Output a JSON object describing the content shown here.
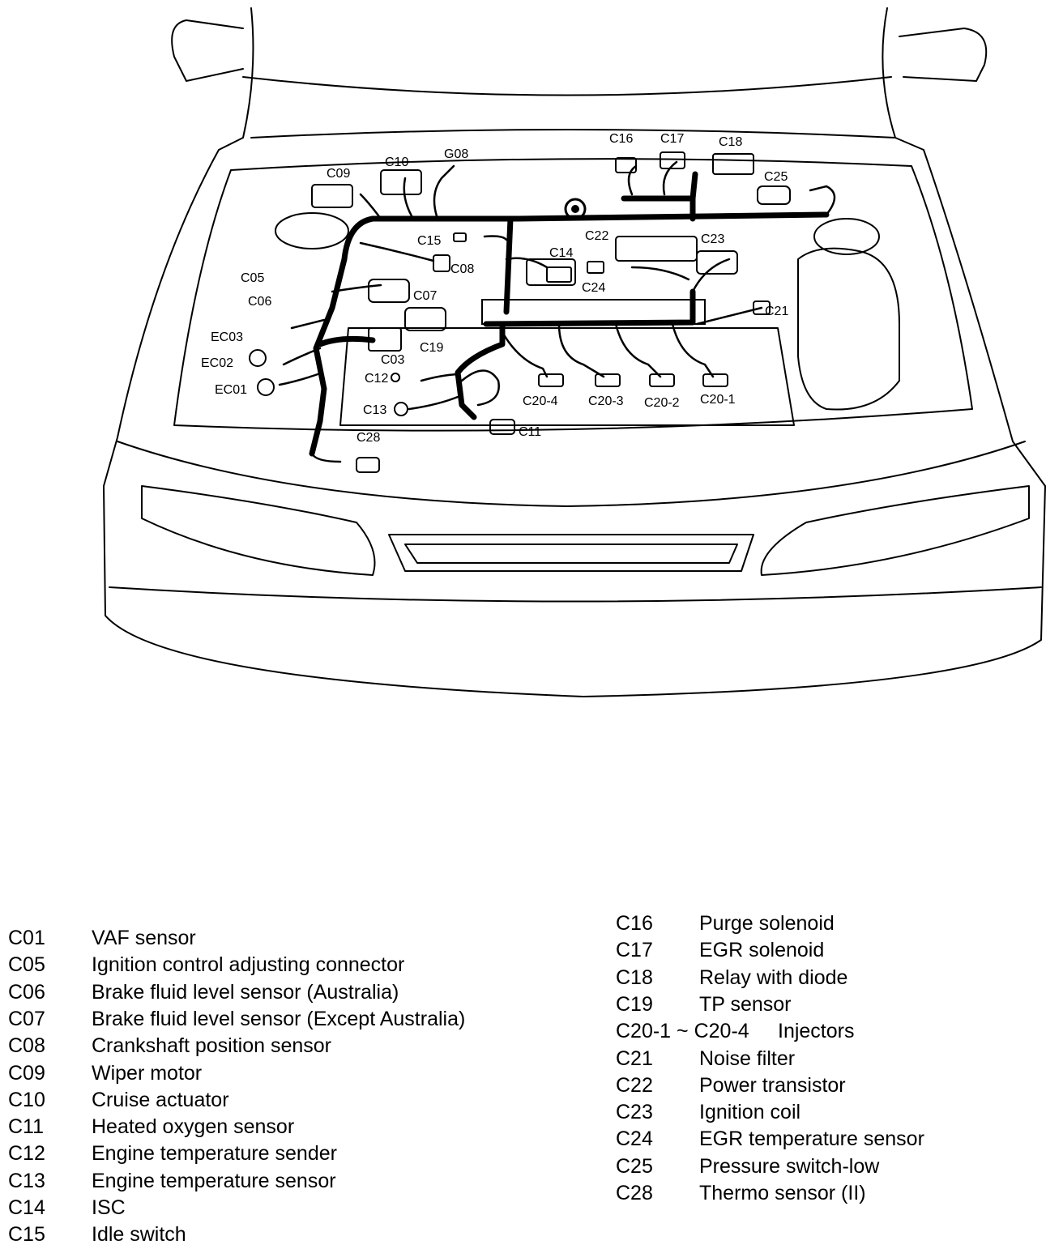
{
  "diagram": {
    "labels": {
      "C16": "C16",
      "C17": "C17",
      "C18": "C18",
      "C10": "C10",
      "G08": "G08",
      "C09": "C09",
      "C25": "C25",
      "C15": "C15",
      "C22": "C22",
      "C23": "C23",
      "C08": "C08",
      "C14": "C14",
      "C05": "C05",
      "C24": "C24",
      "C06": "C06",
      "C07": "C07",
      "C21": "C21",
      "EC03": "EC03",
      "C03": "C03",
      "C19": "C19",
      "EC02": "EC02",
      "C12": "C12",
      "EC01": "EC01",
      "C20_4": "C20-4",
      "C20_3": "C20-3",
      "C20_2": "C20-2",
      "C20_1": "C20-1",
      "C13": "C13",
      "C11": "C11",
      "C28": "C28"
    }
  },
  "legend": {
    "left": [
      {
        "code": "C01",
        "desc": "VAF sensor"
      },
      {
        "code": "C05",
        "desc": "Ignition control adjusting connector"
      },
      {
        "code": "C06",
        "desc": "Brake fluid level sensor (Australia)"
      },
      {
        "code": "C07",
        "desc": "Brake fluid level sensor (Except Australia)"
      },
      {
        "code": "C08",
        "desc": "Crankshaft position sensor"
      },
      {
        "code": "C09",
        "desc": "Wiper motor"
      },
      {
        "code": "C10",
        "desc": "Cruise actuator"
      },
      {
        "code": "C11",
        "desc": "Heated oxygen sensor"
      },
      {
        "code": "C12",
        "desc": "Engine temperature sender"
      },
      {
        "code": "C13",
        "desc": "Engine temperature sensor"
      },
      {
        "code": "C14",
        "desc": "ISC"
      },
      {
        "code": "C15",
        "desc": "Idle switch"
      }
    ],
    "right": [
      {
        "code": "C16",
        "desc": "Purge solenoid"
      },
      {
        "code": "C17",
        "desc": "EGR solenoid"
      },
      {
        "code": "C18",
        "desc": "Relay with diode"
      },
      {
        "code": "C19",
        "desc": "TP sensor"
      },
      {
        "code": "C20-1 ~ C20-4",
        "desc": "Injectors"
      },
      {
        "code": "C21",
        "desc": "Noise filter"
      },
      {
        "code": "C22",
        "desc": "Power transistor"
      },
      {
        "code": "C23",
        "desc": "Ignition coil"
      },
      {
        "code": "C24",
        "desc": "EGR temperature sensor"
      },
      {
        "code": "C25",
        "desc": "Pressure switch-low"
      },
      {
        "code": "C28",
        "desc": "Thermo sensor (II)"
      }
    ]
  }
}
